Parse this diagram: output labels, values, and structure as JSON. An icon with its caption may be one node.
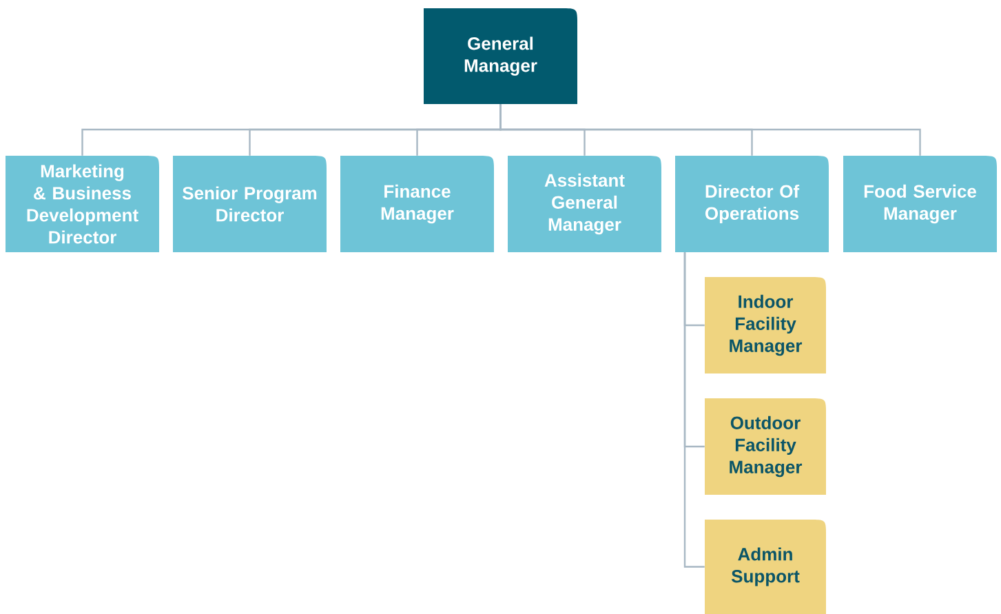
{
  "diagram": {
    "nodes": [
      {
        "text": [
          "General Manager"
        ]
      },
      {
        "text": [
          "Marketing & Business Development Director"
        ]
      },
      {
        "text": [
          "Senior Program Director"
        ]
      },
      {
        "text": [
          "Finance Manager"
        ]
      },
      {
        "text": [
          "Assistant General Manager"
        ]
      },
      {
        "text": [
          "Director Of Operations"
        ]
      },
      {
        "text": [
          "Food Service Manager"
        ]
      },
      {
        "text": [
          "Indoor Facility Manager"
        ]
      },
      {
        "text": [
          "Outdoor Facility Manager"
        ]
      },
      {
        "text": [
          "Admin Support"
        ]
      }
    ],
    "edges": [
      {
        "from": 0,
        "to": 1,
        "arrow": "none"
      },
      {
        "from": 0,
        "to": 2,
        "arrow": "none"
      },
      {
        "from": 0,
        "to": 3,
        "arrow": "none"
      },
      {
        "from": 0,
        "to": 4,
        "arrow": "none"
      },
      {
        "from": 0,
        "to": 5,
        "arrow": "none"
      },
      {
        "from": 0,
        "to": 6,
        "arrow": "none"
      },
      {
        "from": 5,
        "to": 7,
        "arrow": "none"
      },
      {
        "from": 5,
        "to": 8,
        "arrow": "none"
      },
      {
        "from": 5,
        "to": 9,
        "arrow": "none"
      }
    ]
  }
}
